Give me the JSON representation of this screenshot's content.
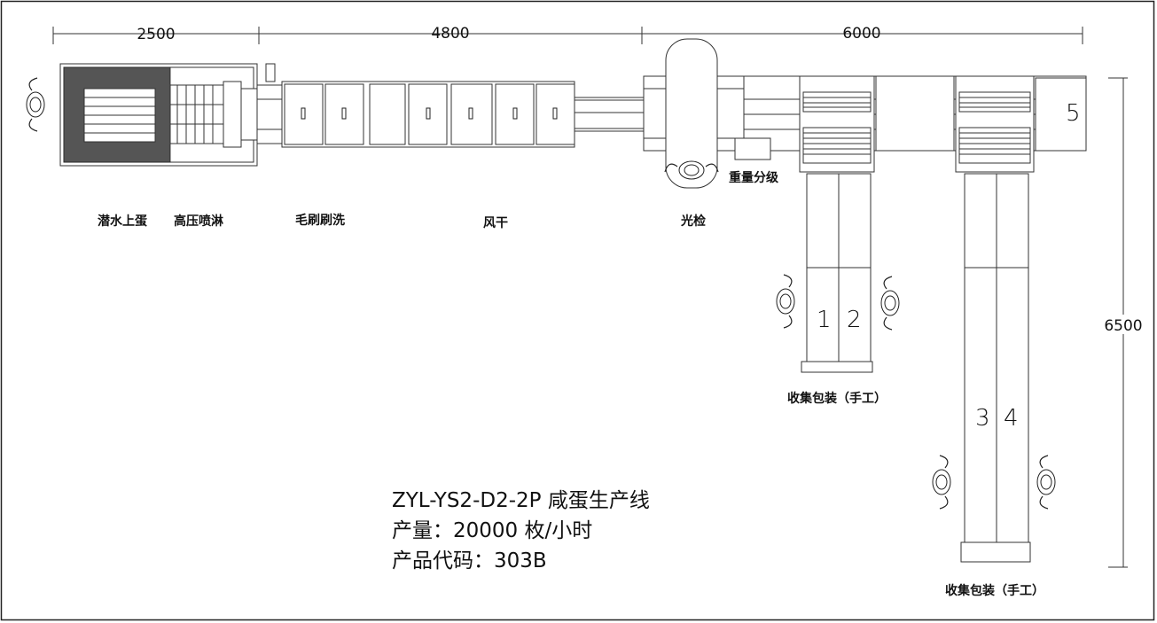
{
  "dimensions": {
    "d1": "2500",
    "d2": "4800",
    "d3": "6000",
    "d4": "6500"
  },
  "stations": {
    "s1": "潜水上蛋",
    "s2": "高压喷淋",
    "s3": "毛刷刷洗",
    "s4": "风干",
    "s5": "光检",
    "s6": "重量分级",
    "pack1": "收集包装（手工）",
    "pack2": "收集包装（手工）"
  },
  "lane_numbers": {
    "n1": "1",
    "n2": "2",
    "n3": "3",
    "n4": "4",
    "n5": "5"
  },
  "info": {
    "line1": "ZYL-YS2-D2-2P 咸蛋生产线",
    "line2": "产量：20000 枚/小时",
    "line3": "产品代码：303B"
  },
  "colors": {
    "frame": "#333333",
    "background": "#ffffff",
    "dark_fill": "#555555"
  }
}
